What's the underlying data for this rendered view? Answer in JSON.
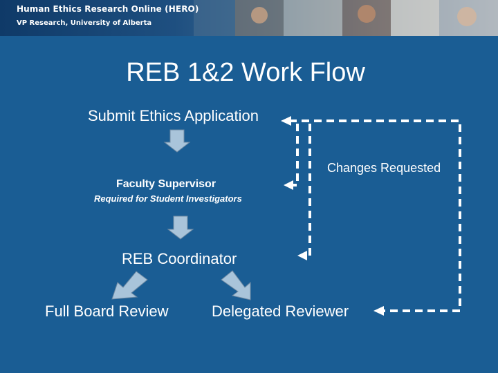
{
  "banner": {
    "title": "Human Ethics Research Online (HERO)",
    "subtitle": "VP Research, University of Alberta"
  },
  "slide": {
    "title": "REB 1&2 Work Flow"
  },
  "flow": {
    "submit": "Submit Ethics Application",
    "changes_requested": "Changes Requested",
    "supervisor": "Faculty Supervisor",
    "supervisor_note": "Required for Student Investigators",
    "coordinator": "REB Coordinator",
    "full_board": "Full Board Review",
    "delegated": "Delegated Reviewer"
  },
  "colors": {
    "background": "#1a5d94",
    "arrow_fill": "#a9c4da",
    "dashed_line": "#ffffff"
  }
}
